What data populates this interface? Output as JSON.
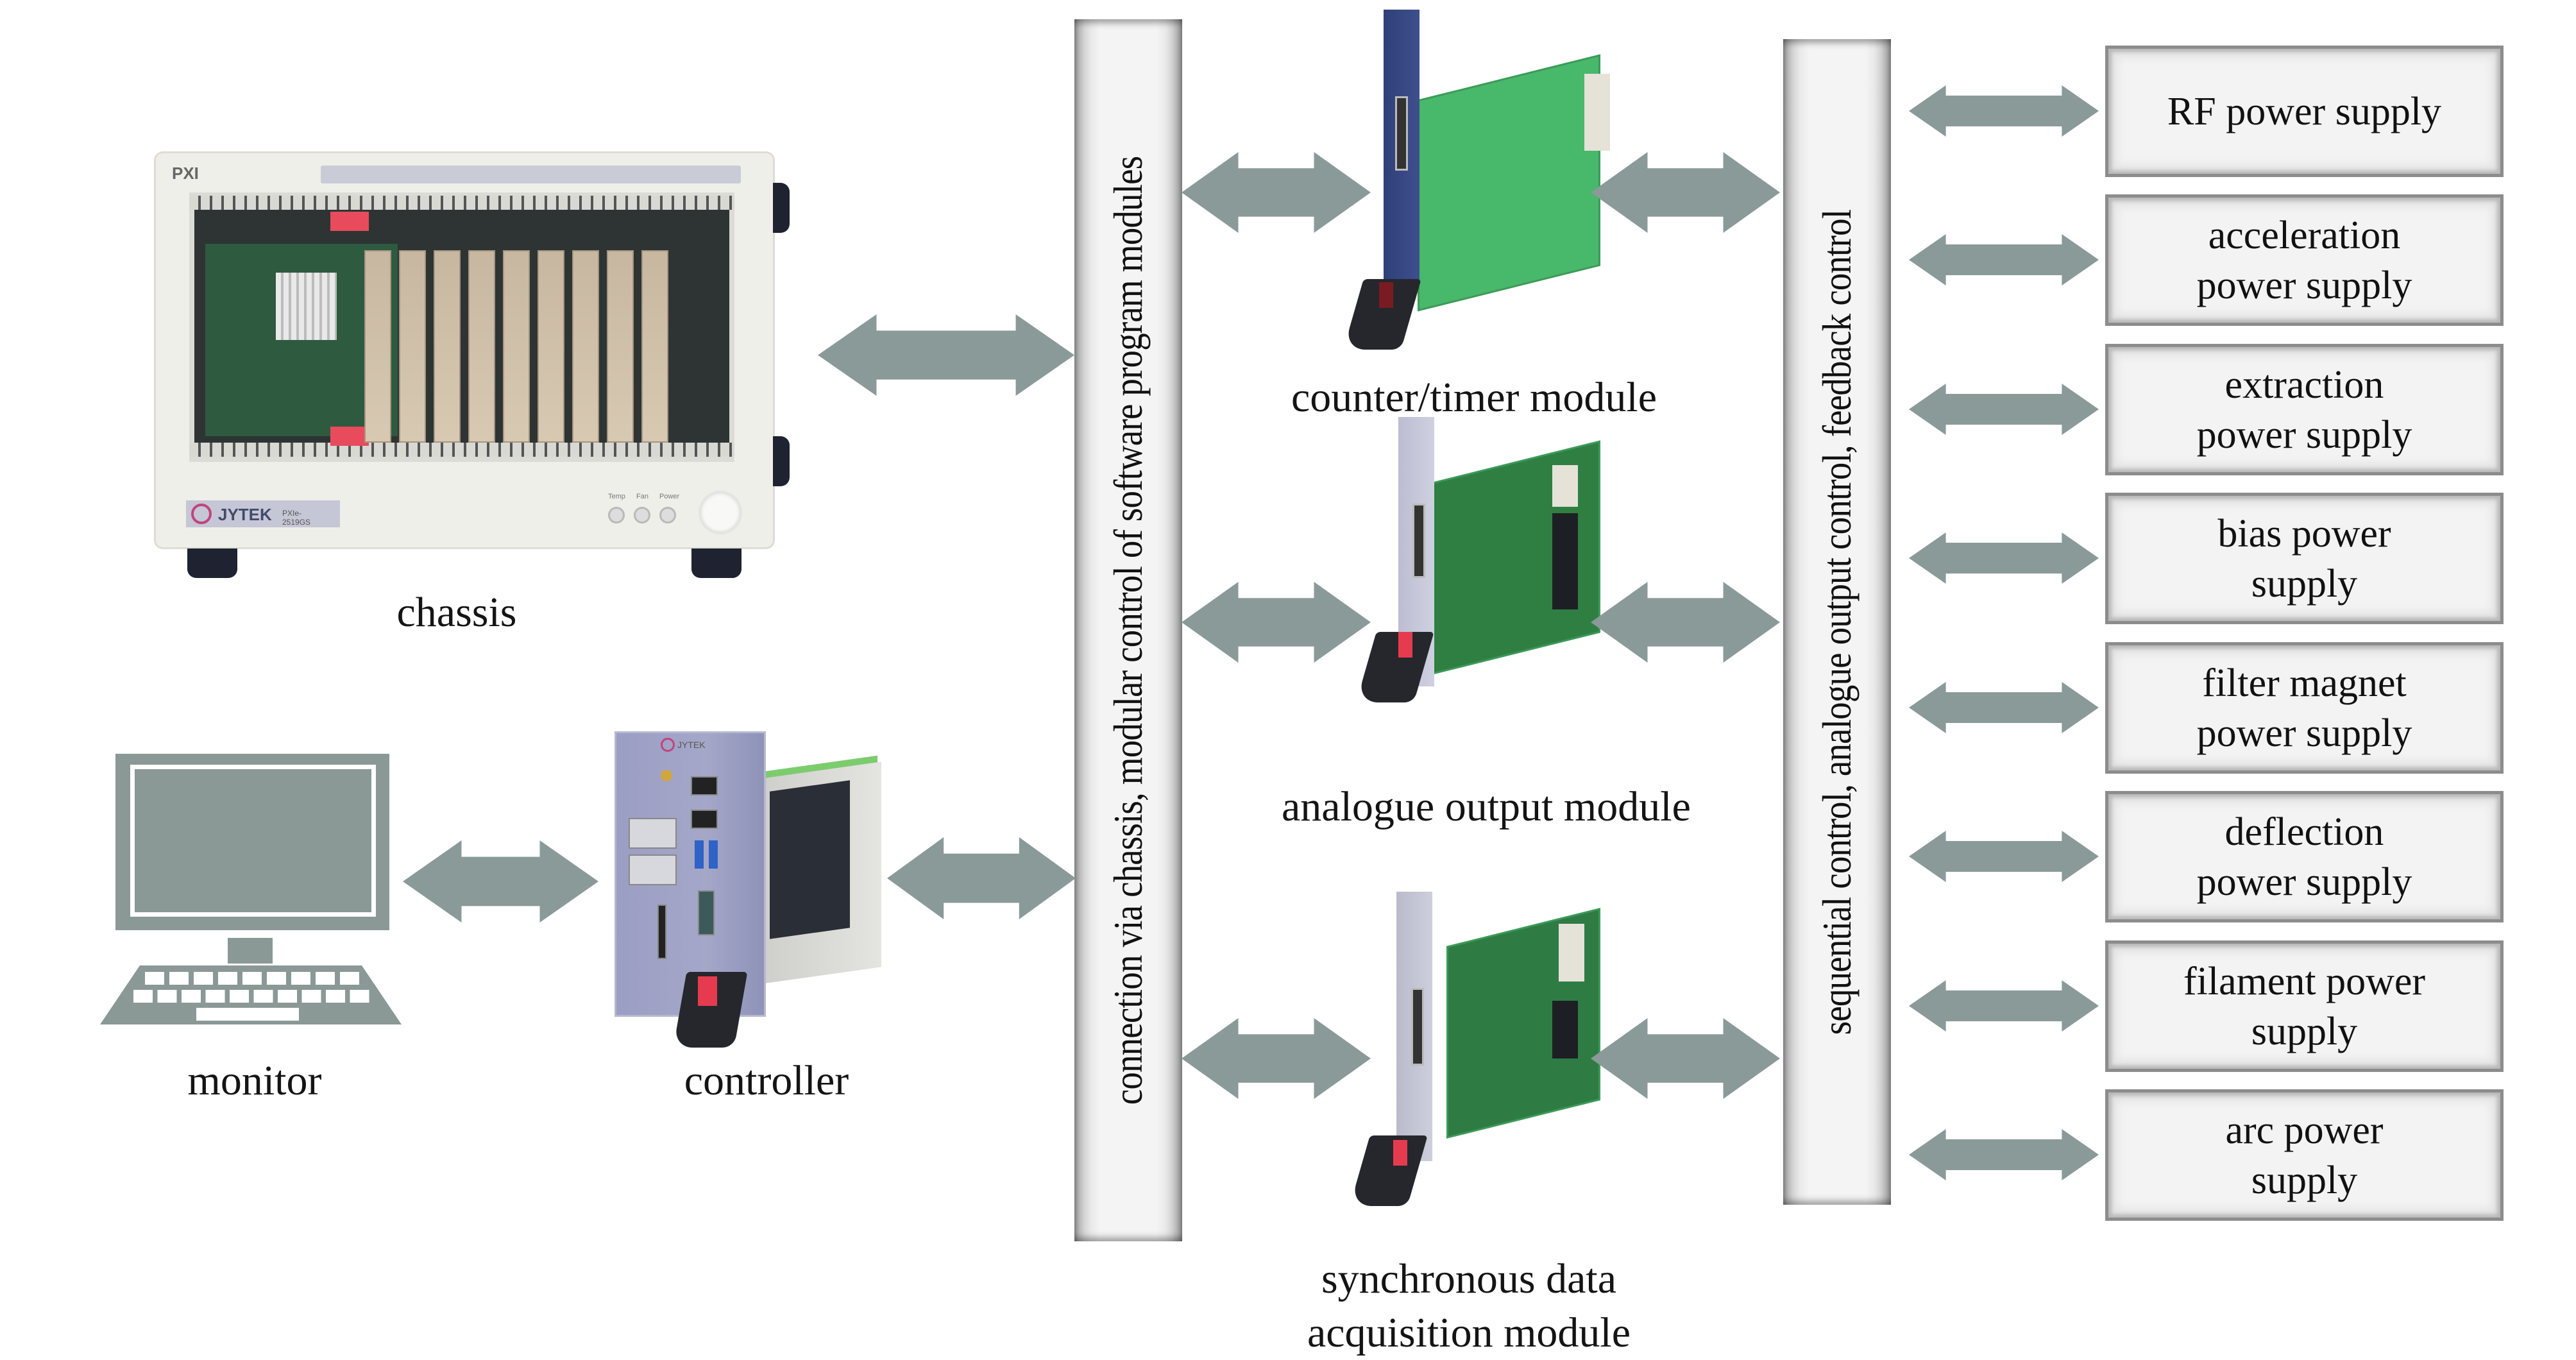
{
  "diagram": {
    "colors": {
      "arrow": "#8a9a98",
      "monitor_icon": "#8a9896",
      "box_fill": "#f3f3f3",
      "box_border": "#8c8c8c",
      "text": "#141414"
    },
    "devices": {
      "chassis": {
        "label": "chassis",
        "brand": "JYTEK",
        "model": "PXIe-2519GS",
        "top_mark": "PXI",
        "led_labels": [
          "Temp",
          "Fan",
          "Power"
        ]
      },
      "monitor": {
        "label": "monitor"
      },
      "controller": {
        "label": "controller",
        "brand": "JYTEK"
      }
    },
    "connection_bar": {
      "text": "connection via chassis, modular control of software program modules"
    },
    "modules": [
      {
        "label_lines": [
          "counter/timer module"
        ]
      },
      {
        "label_lines": [
          "analogue output module"
        ]
      },
      {
        "label_lines": [
          "synchronous data",
          "acquisition module"
        ]
      }
    ],
    "control_bar": {
      "text": "sequential control, analogue output control, feedback control"
    },
    "power_supplies": [
      {
        "lines": [
          "RF power supply"
        ]
      },
      {
        "lines": [
          "acceleration",
          "power supply"
        ]
      },
      {
        "lines": [
          "extraction",
          "power supply"
        ]
      },
      {
        "lines": [
          "bias power",
          "supply"
        ]
      },
      {
        "lines": [
          "filter magnet",
          "power supply"
        ]
      },
      {
        "lines": [
          "deflection",
          "power supply"
        ]
      },
      {
        "lines": [
          "filament power",
          "supply"
        ]
      },
      {
        "lines": [
          "arc power",
          "supply"
        ]
      }
    ],
    "connections": [
      {
        "from": "chassis",
        "to": "connection_bar",
        "type": "bidirectional"
      },
      {
        "from": "monitor",
        "to": "controller",
        "type": "bidirectional"
      },
      {
        "from": "controller",
        "to": "connection_bar",
        "type": "bidirectional"
      },
      {
        "from": "connection_bar",
        "to": "counter/timer module",
        "type": "bidirectional"
      },
      {
        "from": "connection_bar",
        "to": "analogue output module",
        "type": "bidirectional"
      },
      {
        "from": "connection_bar",
        "to": "synchronous data acquisition module",
        "type": "bidirectional"
      },
      {
        "from": "counter/timer module",
        "to": "control_bar",
        "type": "bidirectional"
      },
      {
        "from": "analogue output module",
        "to": "control_bar",
        "type": "bidirectional"
      },
      {
        "from": "synchronous data acquisition module",
        "to": "control_bar",
        "type": "bidirectional"
      },
      {
        "from": "control_bar",
        "to": "power_supplies",
        "type": "bidirectional",
        "count": 8
      }
    ]
  }
}
